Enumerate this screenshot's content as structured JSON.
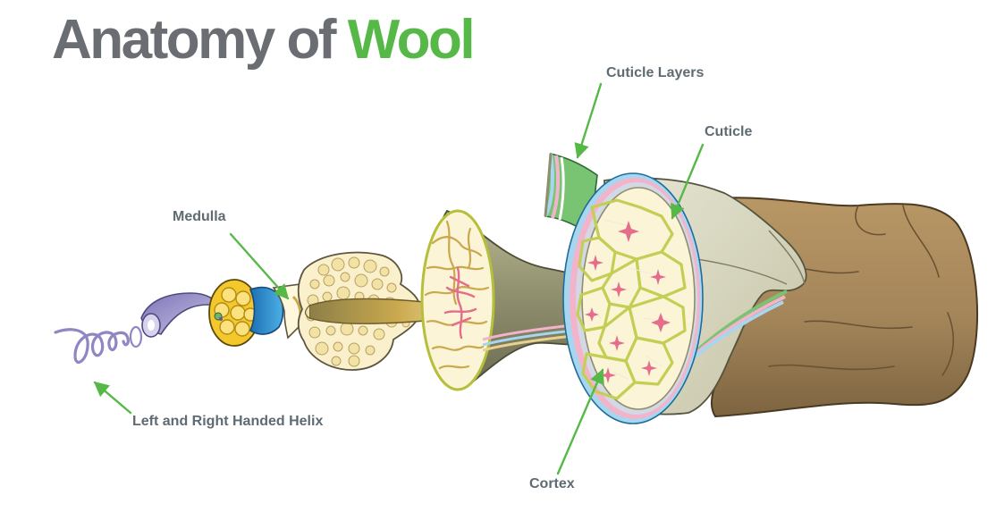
{
  "title": {
    "part1": "Anatomy of ",
    "part2": "Wool"
  },
  "labels": {
    "cuticle_layers": "Cuticle Layers",
    "cuticle": "Cuticle",
    "medulla": "Medulla",
    "helix": "Left and Right Handed Helix",
    "cortex": "Cortex"
  },
  "colors": {
    "title_gray": "#6a6e72",
    "title_green": "#56b947",
    "label_gray": "#5f6b73",
    "arrow_green": "#56b947",
    "helix_purple": "#8f86c4",
    "medulla_blue": "#2e8fd0",
    "cortex_green": "#c3cf54",
    "cortex_fill": "#fbf4d6",
    "fiber_olive": "#8e8d6c",
    "bark_brown": "#a4855a",
    "cuticle_blue": "#a6d7ef",
    "cuticle_pink": "#f3b4cb",
    "cuticle_green": "#79c473"
  }
}
